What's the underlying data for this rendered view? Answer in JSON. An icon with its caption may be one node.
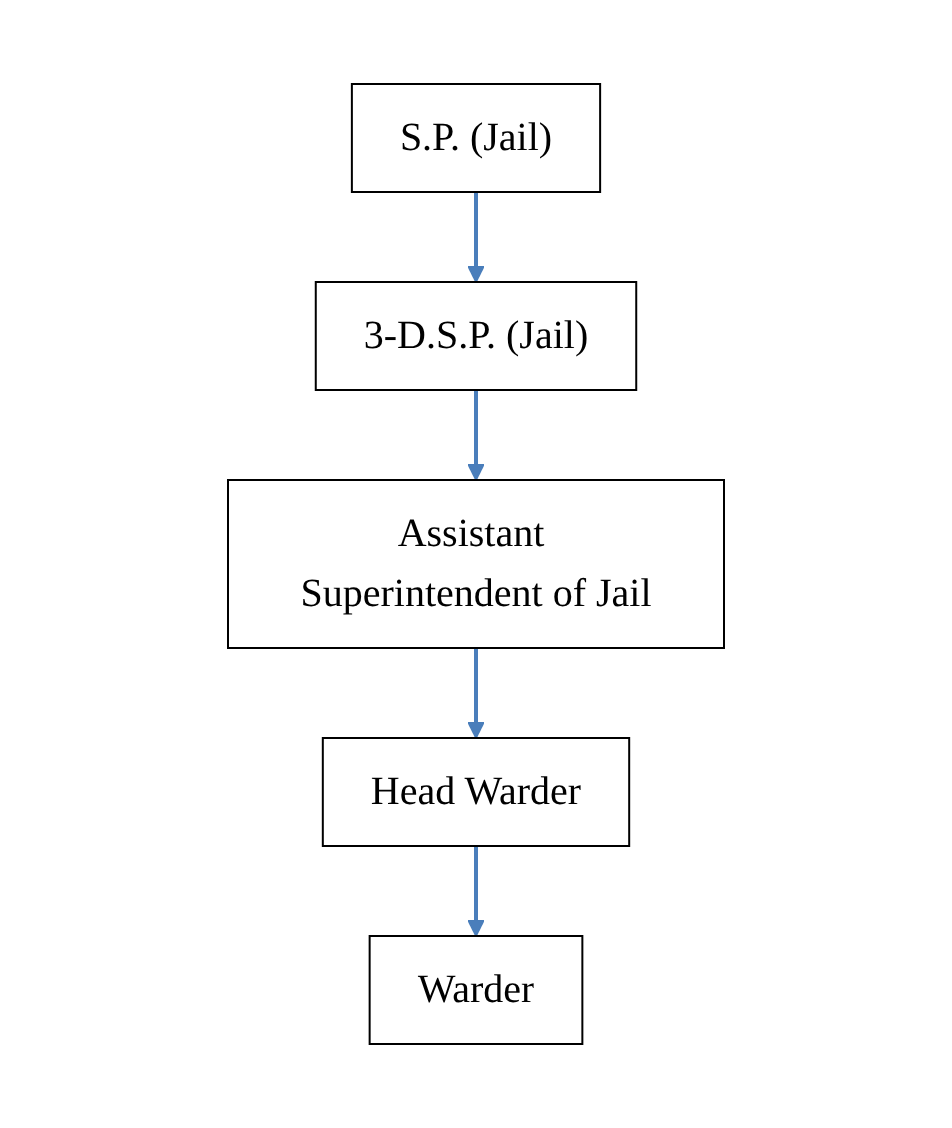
{
  "diagram": {
    "nodes": [
      {
        "text": [
          "S.P. (Jail)"
        ]
      },
      {
        "text": [
          "3-D.S.P. (Jail)"
        ]
      },
      {
        "text": [
          "Assistant Superintendent of Jail"
        ]
      },
      {
        "text": [
          "Head Warder"
        ]
      },
      {
        "text": [
          "Warder"
        ]
      }
    ],
    "edges": [
      {
        "from": 0,
        "to": 1,
        "arrow": "to"
      },
      {
        "from": 1,
        "to": 2,
        "arrow": "to"
      },
      {
        "from": 2,
        "to": 3,
        "arrow": "to"
      },
      {
        "from": 3,
        "to": 4,
        "arrow": "to"
      }
    ]
  }
}
